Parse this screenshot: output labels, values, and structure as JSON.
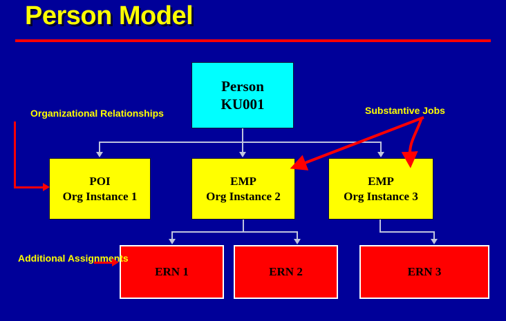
{
  "slide": {
    "title": "Person Model",
    "background_color": "#000099",
    "title_color": "#FFFF00",
    "rule_color": "#FF0000"
  },
  "nodes": {
    "person": {
      "line1": "Person",
      "line2": "KU001",
      "fill": "#00FFFF",
      "text_color": "#000000"
    },
    "org": [
      {
        "line1": "POI",
        "line2": "Org Instance 1",
        "fill": "#FFFF00",
        "text_color": "#000000"
      },
      {
        "line1": "EMP",
        "line2": "Org Instance 2",
        "fill": "#FFFF00",
        "text_color": "#000000"
      },
      {
        "line1": "EMP",
        "line2": "Org Instance 3",
        "fill": "#FFFF00",
        "text_color": "#000000"
      }
    ],
    "ern": [
      {
        "label": "ERN 1",
        "fill": "#FF0000",
        "text_color": "#000000",
        "border": "#FFFFFF"
      },
      {
        "label": "ERN 2",
        "fill": "#FF0000",
        "text_color": "#000000",
        "border": "#FFFFFF"
      },
      {
        "label": "ERN 3",
        "fill": "#FF0000",
        "text_color": "#000000",
        "border": "#FFFFFF"
      }
    ]
  },
  "annotations": {
    "organizational_relationships": {
      "line1": "Organizational",
      "line2": "Relationships",
      "color": "#FFFF00"
    },
    "substantive_jobs": {
      "label": "Substantive Jobs",
      "color": "#FFFF00"
    },
    "additional_assignments": {
      "line1": "Additional",
      "line2": "Assignments",
      "color": "#FFFF00"
    }
  },
  "connectors": {
    "color": "#BFC4DE",
    "annotation_arrow_color": "#FF0000"
  }
}
